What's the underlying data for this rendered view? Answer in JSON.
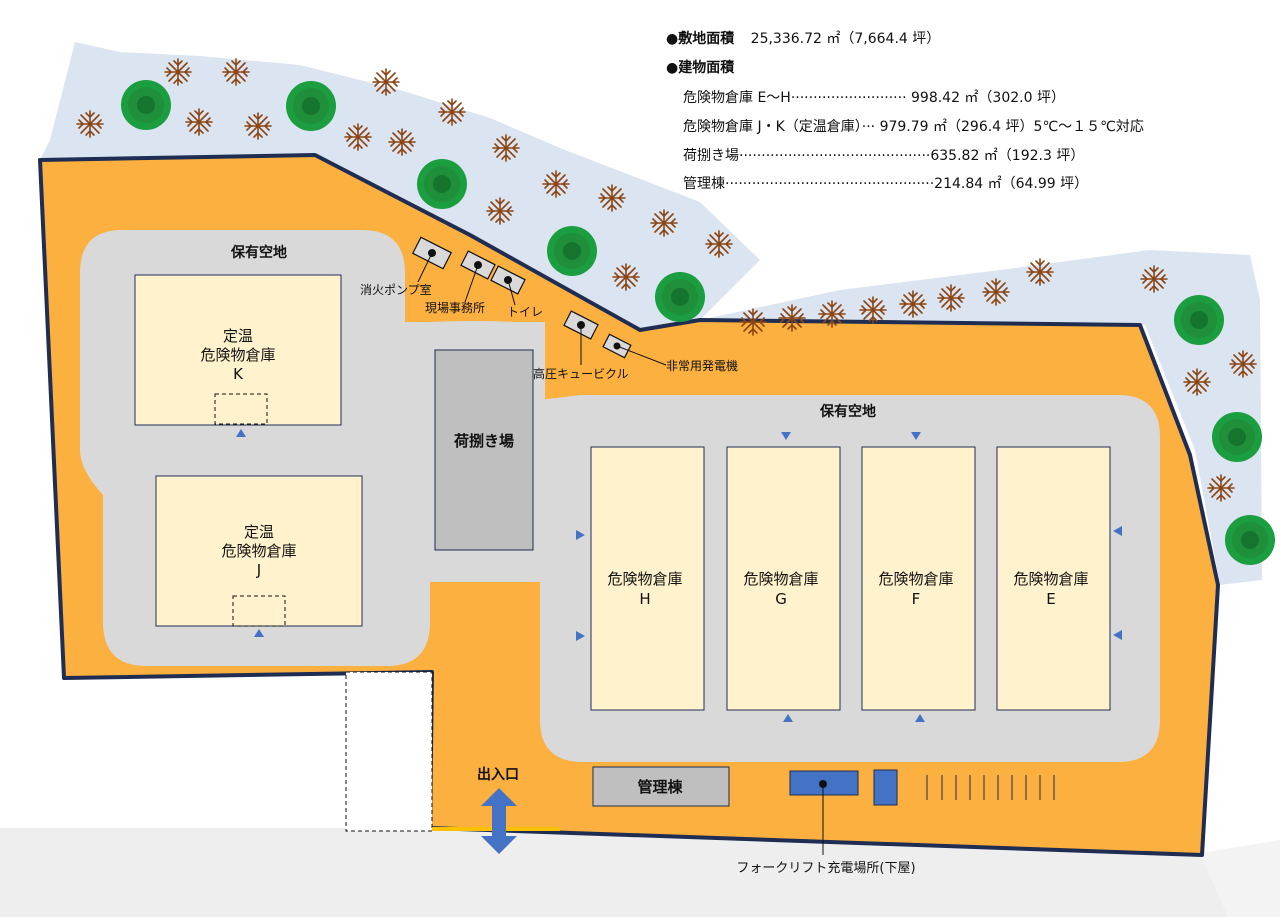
{
  "info": {
    "site_area_label": "●敷地面積",
    "site_area_value": "25,336.72 ㎡（7,664.4 坪）",
    "building_area_label": "●建物面積",
    "rows": [
      {
        "name": "危険物倉庫 E〜H",
        "dots": "··························",
        "value": "998.42 ㎡（302.0 坪）"
      },
      {
        "name": "危険物倉庫 J・K（定温倉庫）",
        "dots": "···",
        "value": "979.79 ㎡（296.4 坪）5℃〜１５℃対応"
      },
      {
        "name": "荷捌き場",
        "dots": "···········································",
        "value": "635.82 ㎡（192.3 坪）"
      },
      {
        "name": "管理棟",
        "dots": "···············································",
        "value": "214.84 ㎡（64.99 坪）"
      }
    ]
  },
  "labels": {
    "open_space_left": "保有空地",
    "open_space_right": "保有空地",
    "warehouse_k": [
      "定温",
      "危険物倉庫",
      "K"
    ],
    "warehouse_j": [
      "定温",
      "危険物倉庫",
      "J"
    ],
    "warehouse_h": [
      "危険物倉庫",
      "H"
    ],
    "warehouse_g": [
      "危険物倉庫",
      "G"
    ],
    "warehouse_f": [
      "危険物倉庫",
      "F"
    ],
    "warehouse_e": [
      "危険物倉庫",
      "E"
    ],
    "loading_area": "荷捌き場",
    "admin_building": "管理棟",
    "pump_room": "消火ポンプ室",
    "site_office": "現場事務所",
    "toilet": "トイレ",
    "hv_cubicle": "高圧キュービクル",
    "generator": "非常用発電機",
    "entrance": "出入口",
    "forklift_charging": "フォークリフト充電場所(下屋)"
  },
  "colors": {
    "site": "#fbb040",
    "greenery": "#dbe4f1",
    "open_space": "#d9d9d9",
    "warehouse": "#fff2cc",
    "loading": "#bfbfbf",
    "boundary": "#1f2d52",
    "arrow": "#4472c4",
    "tree_green": "#1a9e3f",
    "tree_brown": "#a0522d"
  }
}
